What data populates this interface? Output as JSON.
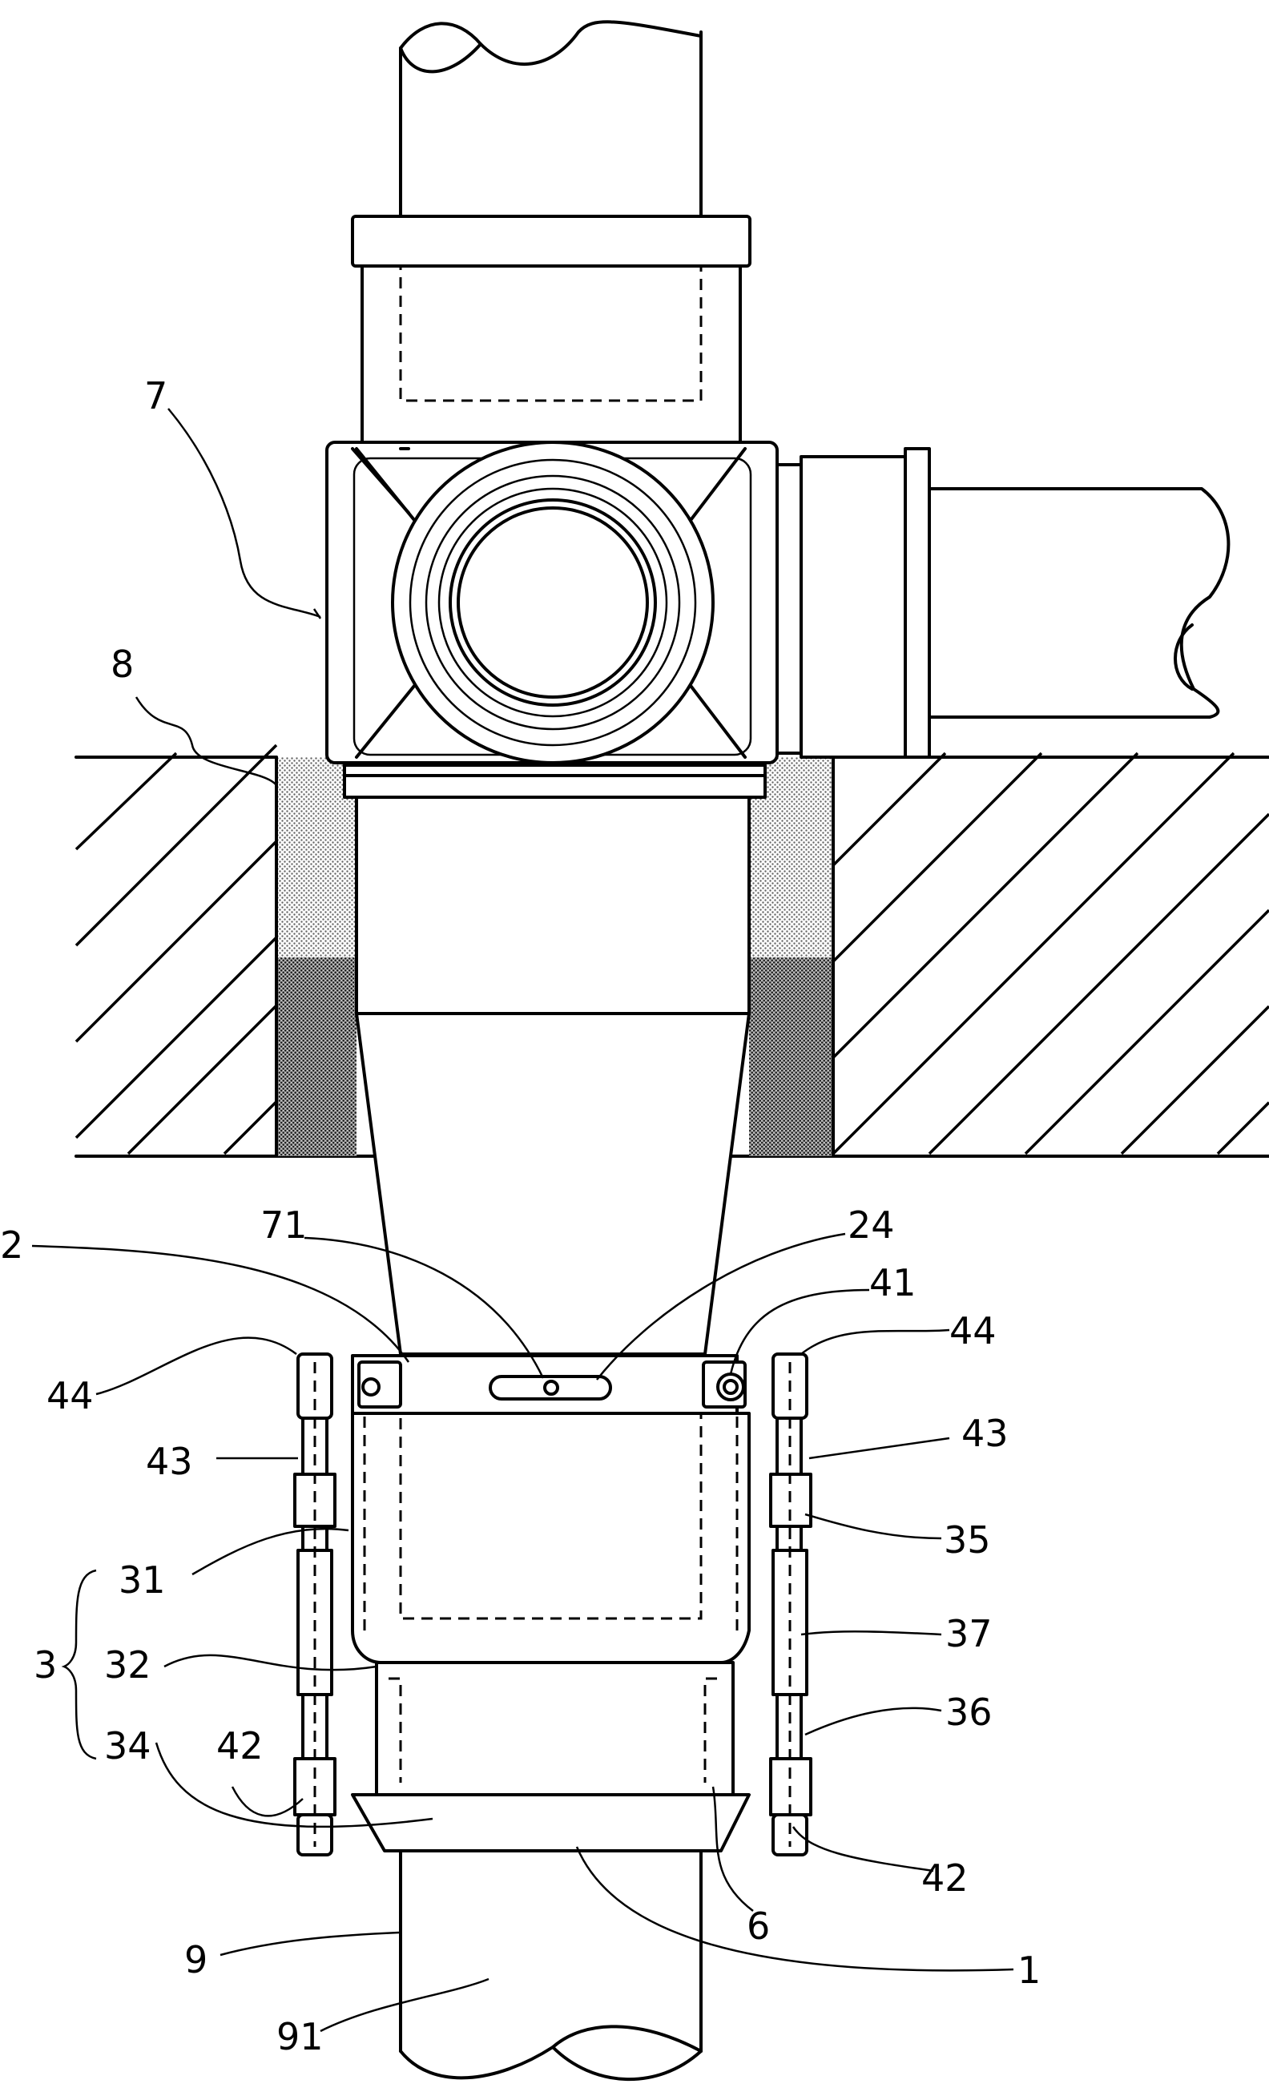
{
  "figure": {
    "labels": {
      "l7": "7",
      "l8": "8",
      "l2": "2",
      "l71": "71",
      "l24": "24",
      "l41": "41",
      "l44a": "44",
      "l44b": "44",
      "l43a": "43",
      "l43b": "43",
      "l35": "35",
      "l31": "31",
      "l3": "3",
      "l32": "32",
      "l34": "34",
      "l42a": "42",
      "l37": "37",
      "l36": "36",
      "l42b": "42",
      "l6": "6",
      "l9": "9",
      "l1": "1",
      "l91": "91"
    },
    "parts": [
      "upper-pipe",
      "joint-fitting",
      "side-branch-pipe",
      "floor-slab",
      "grout-fill",
      "reducer",
      "band-ring",
      "outer-sleeve",
      "inner-sleeve",
      "bolts",
      "lower-pipe"
    ]
  }
}
